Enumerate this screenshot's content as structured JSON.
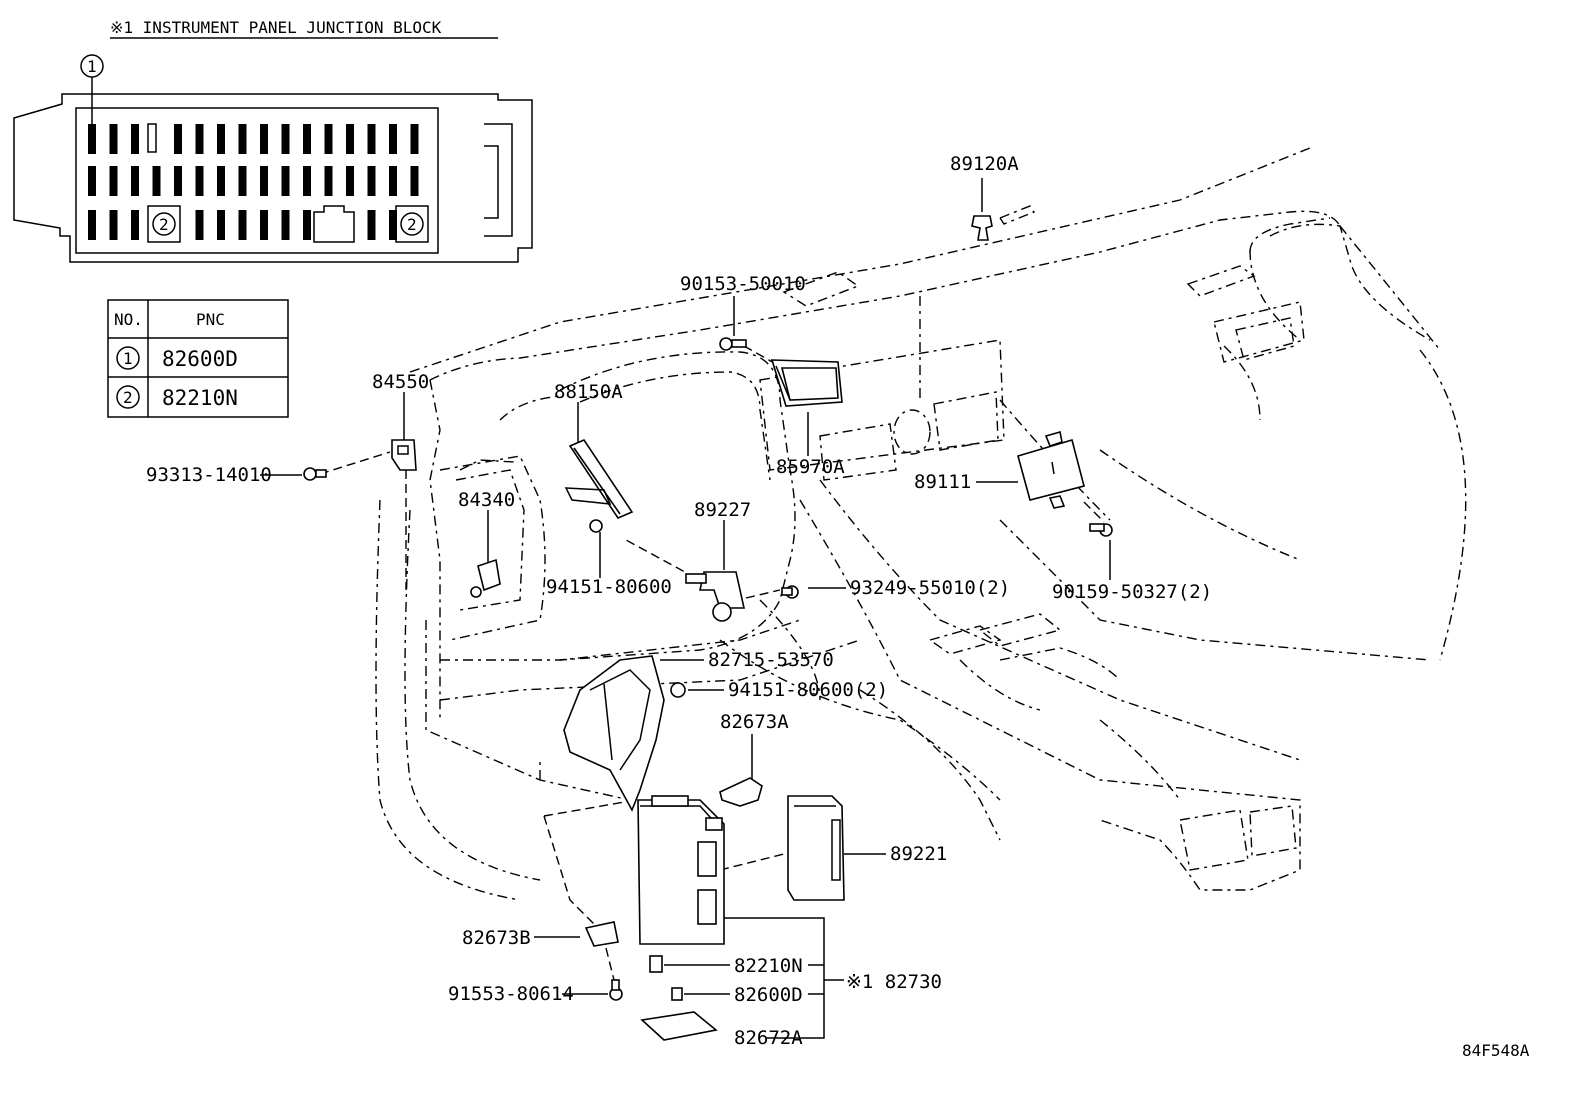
{
  "junction_block": {
    "title": "※1 INSTRUMENT PANEL JUNCTION BLOCK",
    "callout_1": "1",
    "callout_2a": "2",
    "callout_2b": "2"
  },
  "pnc_table": {
    "headers": {
      "no": "NO.",
      "pnc": "PNC"
    },
    "rows": [
      {
        "no": "1",
        "pnc": "82600D"
      },
      {
        "no": "2",
        "pnc": "82210N"
      }
    ]
  },
  "labels": {
    "p89120A": "89120A",
    "p90153": "90153-50010",
    "p84550": "84550",
    "p88150A": "88150A",
    "p93313": "93313-14010",
    "p85970A": "85970A",
    "p89111": "89111",
    "p84340": "84340",
    "p89227": "89227",
    "p94151a": "94151-80600",
    "p93249": "93249-55010(2)",
    "p90159": "90159-50327(2)",
    "p82715": "82715-53570",
    "p94151b": "94151-80600(2)",
    "p82673A": "82673A",
    "p89221": "89221",
    "p82673B": "82673B",
    "p82210N": "82210N",
    "p82730": "※1 82730",
    "p91553": "91553-80614",
    "p82600D": "82600D",
    "p82672A": "82672A"
  },
  "diagram_code": "84F548A"
}
